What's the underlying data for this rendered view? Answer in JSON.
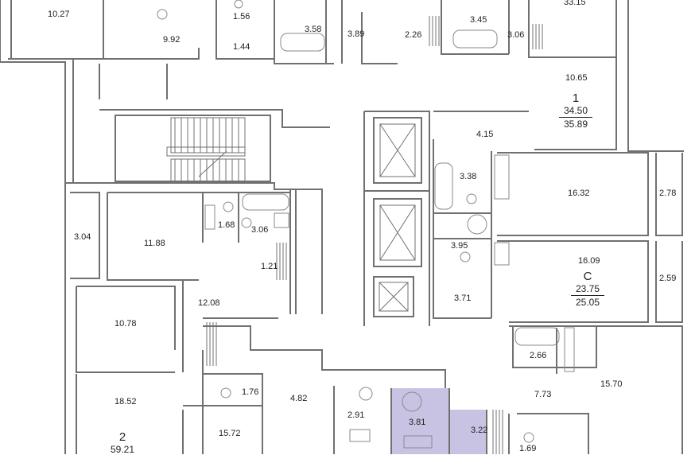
{
  "plan": {
    "colors": {
      "wall": "#707070",
      "highlight": "#c9c3e3",
      "background": "#ffffff"
    },
    "rooms": {
      "r1027": "10.27",
      "r992": "9.92",
      "r156": "1.56",
      "r144": "1.44",
      "r358": "3.58",
      "r389": "3.89",
      "r226": "2.26",
      "r345": "3.45",
      "r306a": "3.06",
      "r3315": "33.15",
      "r1065": "10.65",
      "r415": "4.15",
      "r338": "3.38",
      "r1632": "16.32",
      "r278": "2.78",
      "r395": "3.95",
      "r1609": "16.09",
      "r259": "2.59",
      "r371": "3.71",
      "r304": "3.04",
      "r1188": "11.88",
      "r168": "1.68",
      "r306b": "3.06",
      "r121": "1.21",
      "r1208": "12.08",
      "r1078": "10.78",
      "r1852": "18.52",
      "r176": "1.76",
      "r482": "4.82",
      "r1572": "15.72",
      "r291": "2.91",
      "r381": "3.81",
      "r322": "3.22",
      "r266": "2.66",
      "r773": "7.73",
      "r1570": "15.70",
      "r169": "1.69"
    },
    "apartments": {
      "a1": {
        "number": "1",
        "living": "34.50",
        "total": "35.89"
      },
      "aC": {
        "number": "С",
        "living": "23.75",
        "total": "25.05"
      },
      "a2": {
        "number": "2",
        "living": "59.21"
      }
    }
  }
}
